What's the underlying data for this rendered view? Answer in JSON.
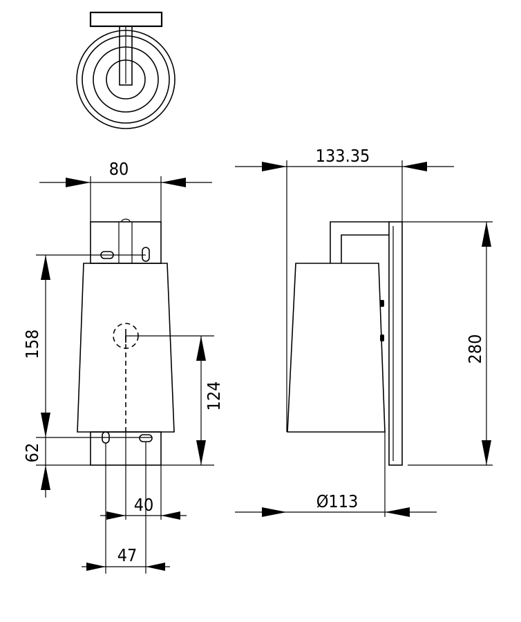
{
  "dimensions": {
    "front_width": "80",
    "side_depth": "133.35",
    "diameter": "Ø113",
    "height_total": "280",
    "height_upper": "158",
    "height_center": "124",
    "height_lower": "62",
    "spacing_40": "40",
    "spacing_47": "47"
  },
  "colors": {
    "line": "#000000",
    "background": "#ffffff"
  }
}
